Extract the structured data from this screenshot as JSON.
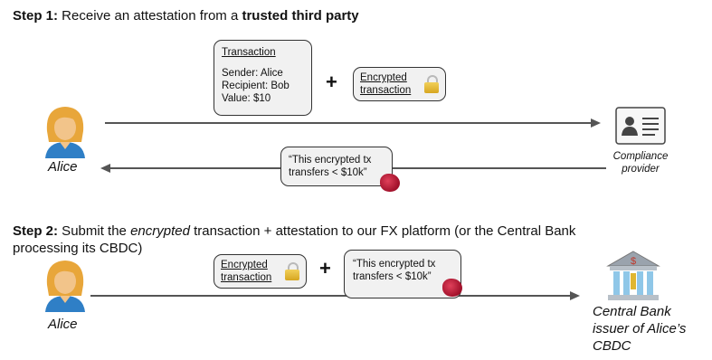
{
  "step1": {
    "prefix": "Step 1:",
    "text": " Receive an attestation from a ",
    "bold": "trusted third party"
  },
  "transaction_box": {
    "title": "Transaction",
    "sender": "Sender: Alice",
    "recipient": "Recipient: Bob",
    "value": "Value: $10"
  },
  "plus": "+",
  "encrypted_line1": "Encrypted",
  "encrypted_line2": "transaction",
  "attestation_line1": "“This encrypted tx",
  "attestation_line2": "transfers < $10k”",
  "alice": "Alice",
  "compliance": {
    "line1": "Compliance",
    "line2": "provider"
  },
  "step2": {
    "prefix": "Step 2:",
    "text1": " Submit the ",
    "italic": "encrypted",
    "text2": " transaction + attestation to our FX platform (or the Central Bank",
    "line2": "processing its CBDC)"
  },
  "central_bank": {
    "line1": "Central Bank",
    "line2": "issuer of Alice’s",
    "line3": "CBDC"
  },
  "bank_sign": "$",
  "colors": {
    "hair": "#e8a63a",
    "shirt": "#2f7fc6",
    "seal": "#b8173a",
    "lock_gold": "#e0b630",
    "arrow": "#555555"
  },
  "icons": [
    "alice-avatar-icon",
    "id-card-icon",
    "lock-icon",
    "wax-seal-icon",
    "bank-building-icon"
  ]
}
